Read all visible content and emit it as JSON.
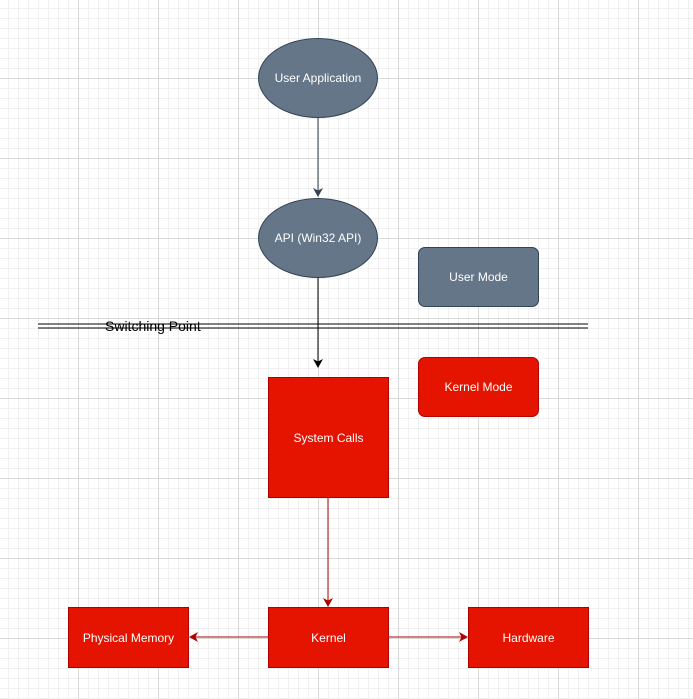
{
  "diagram": {
    "nodes": {
      "user_application": "User Application",
      "api": "API (Win32 API)",
      "user_mode": "User Mode",
      "kernel_mode": "Kernel Mode",
      "system_calls": "System Calls",
      "physical_memory": "Physical Memory",
      "kernel": "Kernel",
      "hardware": "Hardware"
    },
    "switching_point": "Switching Point",
    "colors": {
      "user_fill": "#647687",
      "user_stroke": "#314354",
      "kernel_fill": "#e51400",
      "kernel_stroke": "#b20000",
      "user_edge": "#314354",
      "kernel_edge": "#b20000",
      "switch_line": "#000000"
    }
  }
}
